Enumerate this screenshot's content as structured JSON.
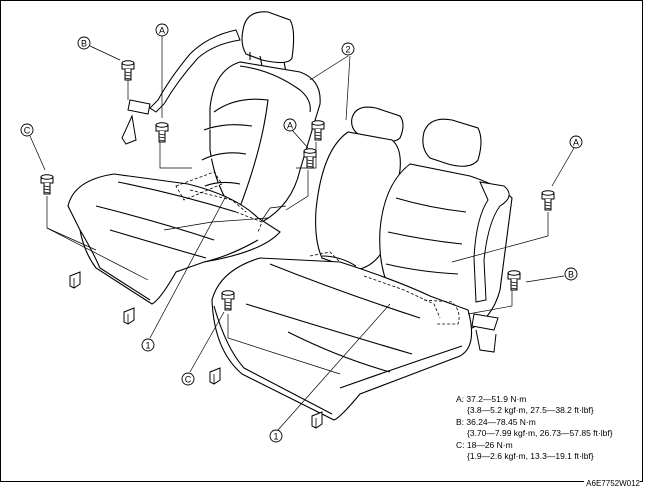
{
  "callouts": {
    "bolt_a": "A",
    "bolt_b": "B",
    "bolt_c": "C",
    "part_1": "1",
    "part_2": "2"
  },
  "legend": [
    {
      "head": "A: 37.2—51.9 N·m",
      "detail": "{3.8—5.2 kgf·m, 27.5—38.2 ft·lbf}"
    },
    {
      "head": "B: 36.24—78.45 N·m",
      "detail": "{3.70—7.99 kgf·m, 26.73—57.85 ft·lbf}"
    },
    {
      "head": "C: 18—26 N·m",
      "detail": "{1.9—2.6 kgf·m, 13.3—19.1 ft·lbf}"
    }
  ],
  "figure_code": "A6E7752W012"
}
